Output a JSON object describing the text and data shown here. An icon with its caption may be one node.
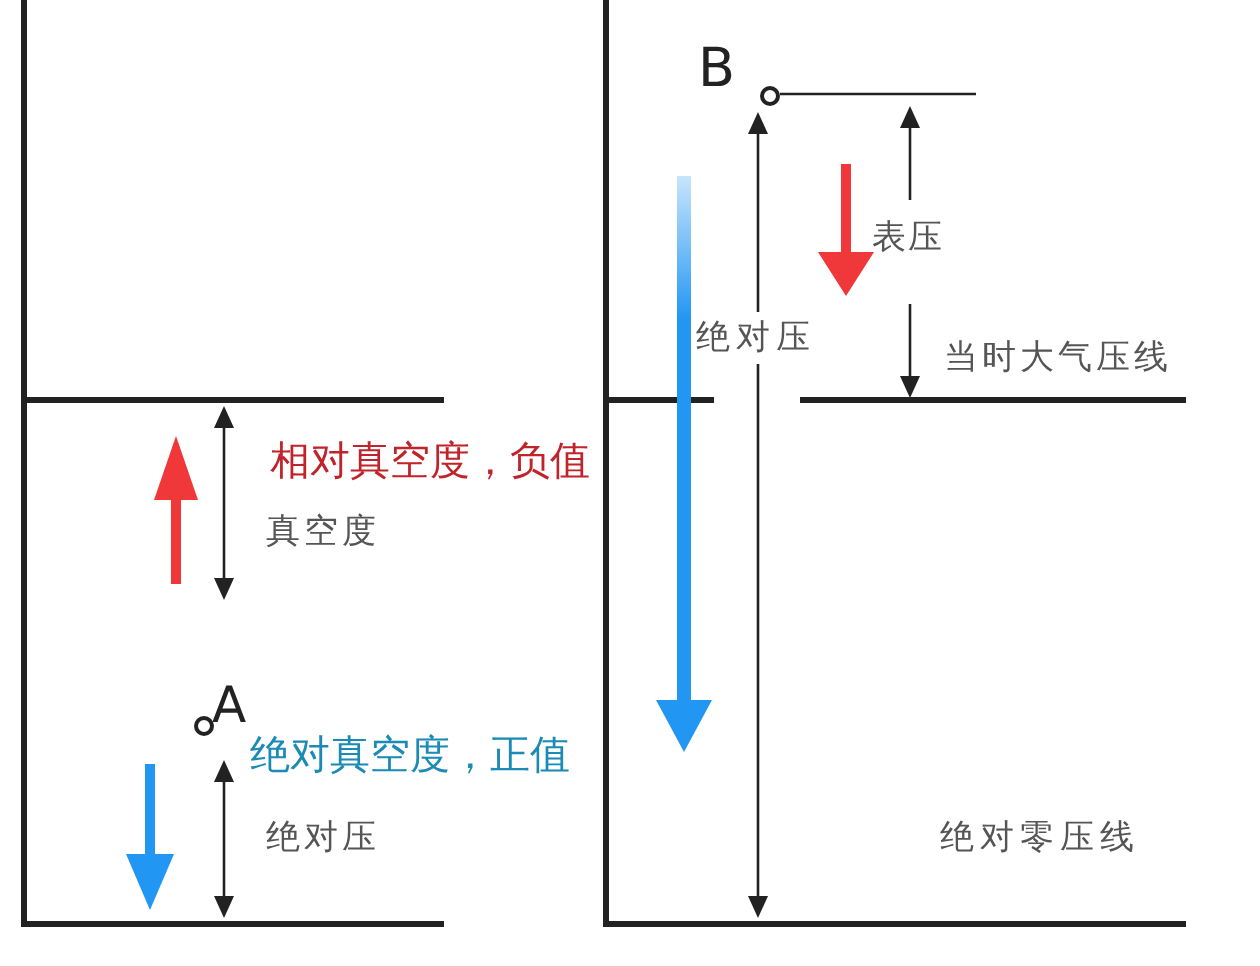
{
  "diagram": {
    "labels": [
      "相对真空度，负值",
      "真空度",
      "A",
      "绝对真空度，正值",
      "绝对压",
      "B",
      "表压",
      "绝对压",
      "当时大气压线",
      "绝对零压线"
    ]
  }
}
